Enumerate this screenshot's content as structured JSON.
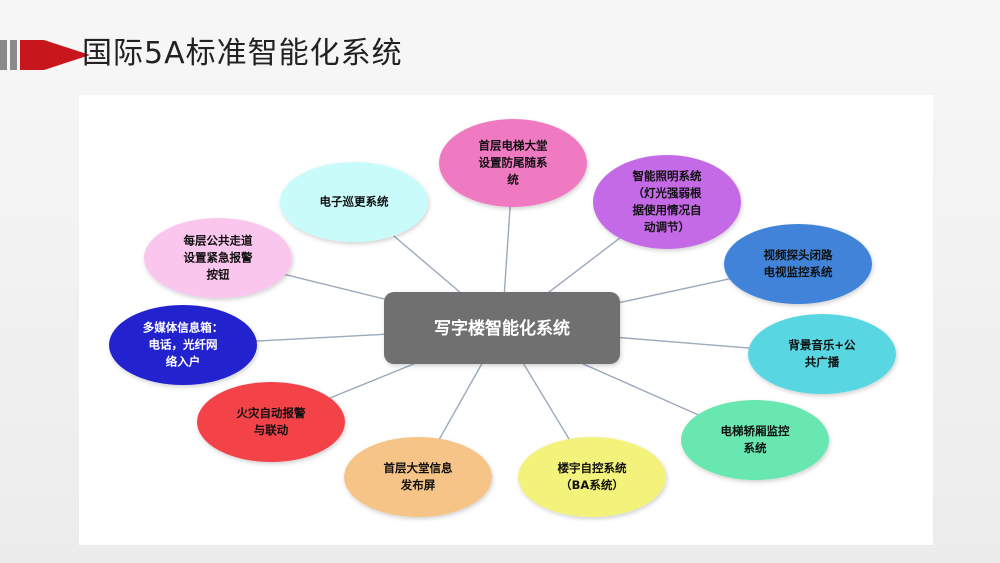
{
  "title": "国际5A标准智能化系统",
  "diagram": {
    "center": {
      "lines": [
        "写字楼智能化系统"
      ]
    },
    "nodes": [
      {
        "id": "elevator-lobby",
        "lines": [
          "首层电梯大堂",
          "设置防尾随系",
          "统"
        ],
        "color": "#f07ac2",
        "text": "dark"
      },
      {
        "id": "lighting",
        "lines": [
          "智能照明系统",
          "（灯光强弱根",
          "据使用情况自",
          "动调节）"
        ],
        "color": "#c46ae6",
        "text": "dark"
      },
      {
        "id": "cctv",
        "lines": [
          "视频探头闭路",
          "电视监控系统"
        ],
        "color": "#3f83d8",
        "text": "dark"
      },
      {
        "id": "music",
        "lines": [
          "背景音乐+公",
          "共广播"
        ],
        "color": "#59d6e2",
        "text": "dark"
      },
      {
        "id": "elevator-monitor",
        "lines": [
          "电梯轿厢监控",
          "系统"
        ],
        "color": "#69e7b0",
        "text": "dark"
      },
      {
        "id": "ba",
        "lines": [
          "楼宇自控系统",
          "（BA系统）"
        ],
        "color": "#f3f27a",
        "text": "dark"
      },
      {
        "id": "info-release",
        "lines": [
          "首层大堂信息",
          "发布屏"
        ],
        "color": "#f6c486",
        "text": "dark"
      },
      {
        "id": "fire",
        "lines": [
          "火灾自动报警",
          "与联动"
        ],
        "color": "#f4424a",
        "text": "dark"
      },
      {
        "id": "multimedia",
        "lines": [
          "多媒体信息箱：",
          "电话，光纤网",
          "络入户"
        ],
        "color": "#2020cf",
        "text": "light"
      },
      {
        "id": "emergency",
        "lines": [
          "每层公共走道",
          "设置紧急报警",
          "按钮"
        ],
        "color": "#fbc6ee",
        "text": "dark"
      },
      {
        "id": "patrol",
        "lines": [
          "电子巡更系统"
        ],
        "color": "#c9fbfb",
        "text": "dark"
      }
    ]
  }
}
